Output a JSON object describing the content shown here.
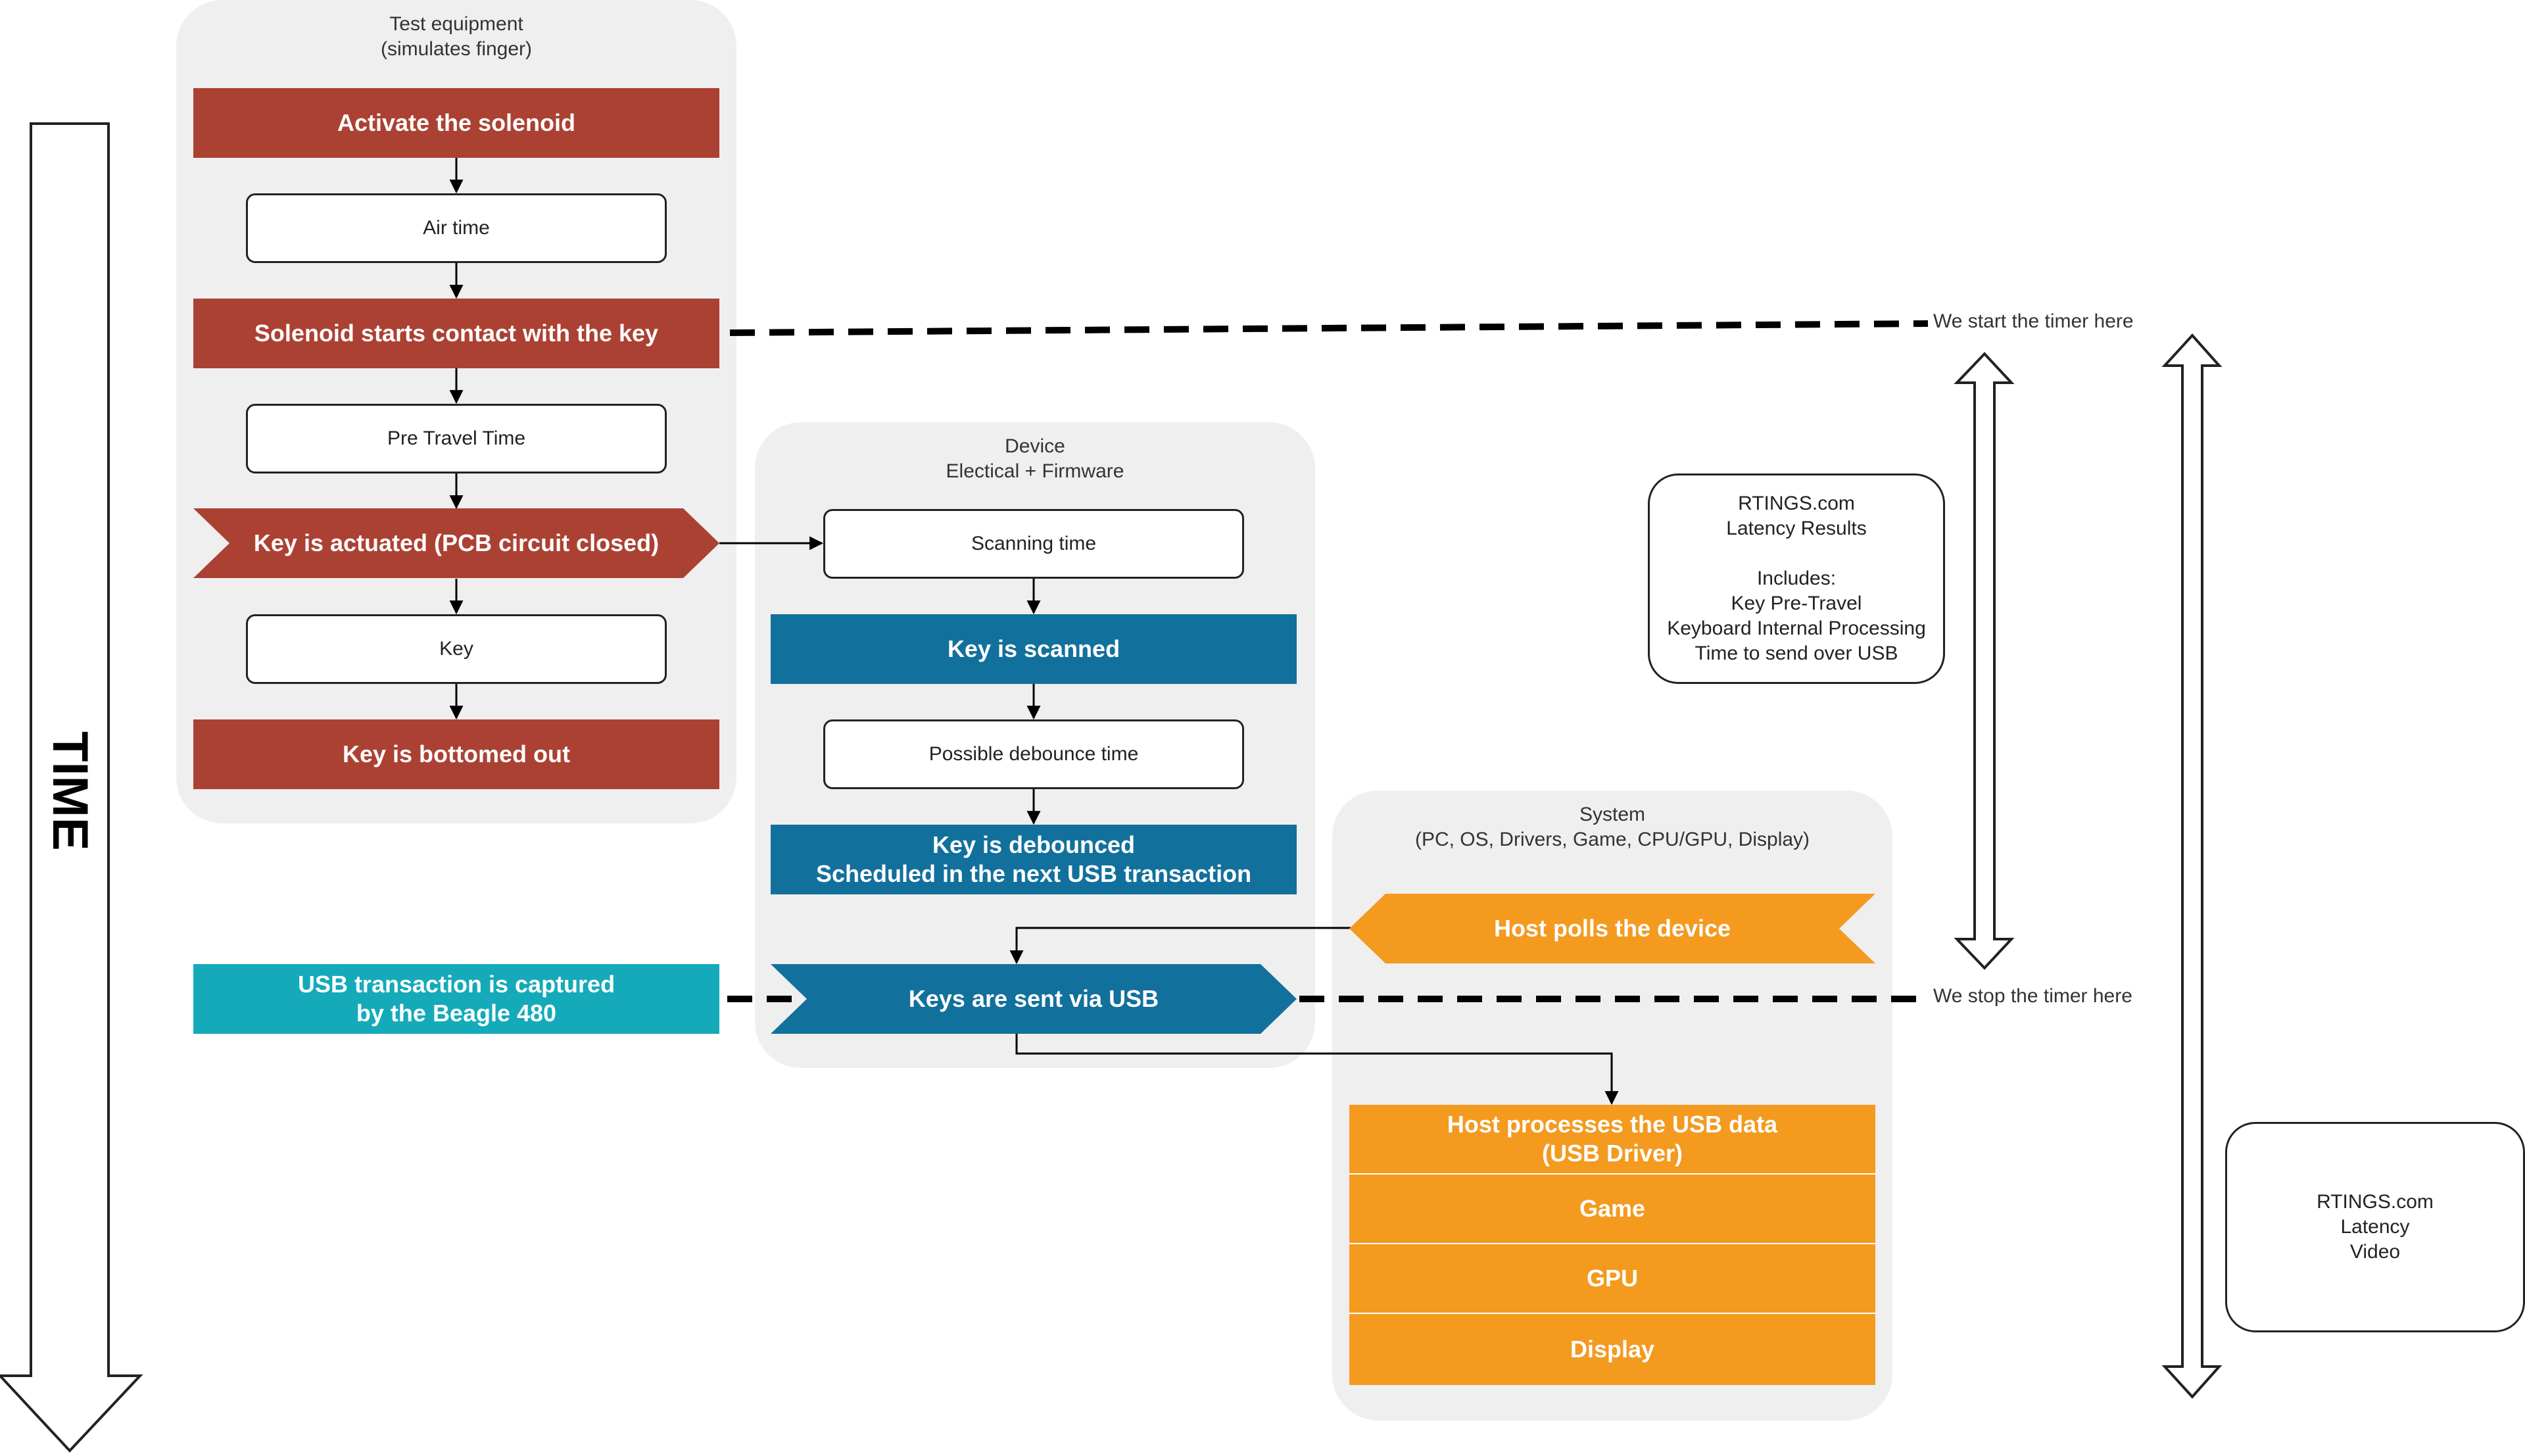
{
  "panels": {
    "test_equipment": "Test equipment\n(simulates finger)",
    "device": "Device\nElectical + Firmware",
    "system": "System\n(PC, OS, Drivers, Game, CPU/GPU, Display)"
  },
  "steps": {
    "activate": "Activate the solenoid",
    "air_time": "Air time",
    "contact": "Solenoid starts contact with the key",
    "pre_travel": "Pre Travel Time",
    "actuated": "Key is actuated (PCB circuit closed)",
    "key": "Key",
    "bottomed": "Key is bottomed out",
    "scanning": "Scanning time",
    "scanned": "Key is scanned",
    "debounce_time": "Possible debounce time",
    "debounced": "Key is debounced\nScheduled in the next USB transaction",
    "sent_usb": "Keys are sent via USB",
    "captured": "USB transaction is captured\nby the Beagle 480",
    "host_polls": "Host polls the device",
    "host_processes": "Host processes the USB data\n(USB Driver)",
    "game": "Game",
    "gpu": "GPU",
    "display": "Display"
  },
  "timer": {
    "start": "We start the timer here",
    "stop": "We stop the timer here"
  },
  "results_box": "RTINGS.com\nLatency Results\n\nIncludes:\nKey Pre-Travel\nKeyboard Internal Processing\nTime to send over USB",
  "video_box": "RTINGS.com\nLatency\nVideo",
  "time_axis": "TIME",
  "colors": {
    "red": "#ab4133",
    "blue": "#12709c",
    "teal": "#14aab9",
    "orange": "#f39a1f",
    "panel": "#efefef"
  }
}
